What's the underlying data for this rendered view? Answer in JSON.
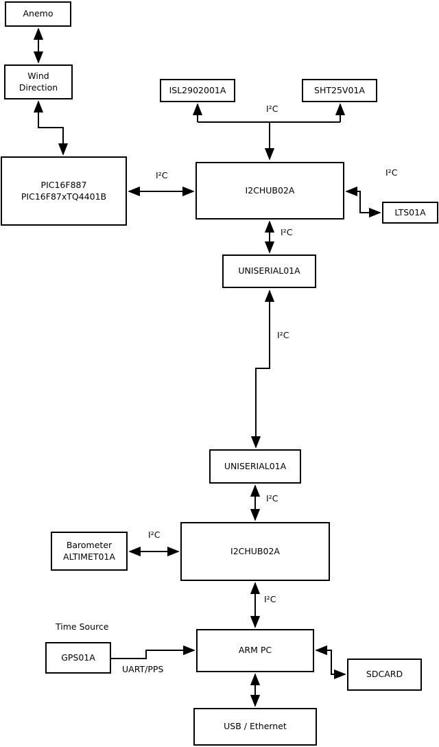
{
  "diagram": {
    "nodes": {
      "anemo": {
        "label": "Anemo"
      },
      "wind": {
        "line1": "Wind",
        "line2": "Direction"
      },
      "pic": {
        "line1": "PIC16F887",
        "line2": "PIC16F87xTQ4401B"
      },
      "isl": {
        "label": "ISL2902001A"
      },
      "sht": {
        "label": "SHT25V01A"
      },
      "hub1": {
        "label": "I2CHUB02A"
      },
      "lts": {
        "label": "LTS01A"
      },
      "uniserial1": {
        "label": "UNISERIAL01A"
      },
      "uniserial2": {
        "label": "UNISERIAL01A"
      },
      "hub2": {
        "label": "I2CHUB02A"
      },
      "barometer": {
        "line1": "Barometer",
        "line2": "ALTIMET01A"
      },
      "gps": {
        "label": "GPS01A"
      },
      "armpc": {
        "label": "ARM PC"
      },
      "sdcard": {
        "label": "SDCARD"
      },
      "usb": {
        "label": "USB / Ethernet"
      }
    },
    "labels": {
      "i2c": "I²C",
      "uart_pps": "UART/PPS",
      "time_source": "Time Source"
    },
    "edges": [
      {
        "from": "anemo",
        "to": "wind",
        "bidirectional": true
      },
      {
        "from": "wind",
        "to": "pic",
        "bidirectional": true
      },
      {
        "from": "pic",
        "to": "hub1",
        "bidirectional": true,
        "label": "I²C"
      },
      {
        "from": "hub1",
        "to": "isl",
        "label": "I²C"
      },
      {
        "from": "hub1",
        "to": "sht",
        "label": "I²C"
      },
      {
        "from": "hub1",
        "to": "lts",
        "bidirectional": true,
        "label": "I²C"
      },
      {
        "from": "hub1",
        "to": "uniserial1",
        "bidirectional": true,
        "label": "I²C"
      },
      {
        "from": "uniserial1",
        "to": "uniserial2",
        "bidirectional": true,
        "label": "I²C"
      },
      {
        "from": "uniserial2",
        "to": "hub2",
        "bidirectional": true,
        "label": "I²C"
      },
      {
        "from": "hub2",
        "to": "barometer",
        "bidirectional": true,
        "label": "I²C"
      },
      {
        "from": "hub2",
        "to": "armpc",
        "bidirectional": true,
        "label": "I²C"
      },
      {
        "from": "gps",
        "to": "armpc",
        "label": "UART/PPS"
      },
      {
        "from": "armpc",
        "to": "sdcard",
        "bidirectional": true
      },
      {
        "from": "armpc",
        "to": "usb",
        "bidirectional": true
      }
    ],
    "colors": {
      "stroke": "#000000",
      "background": "#ffffff",
      "text": "#000000"
    }
  }
}
